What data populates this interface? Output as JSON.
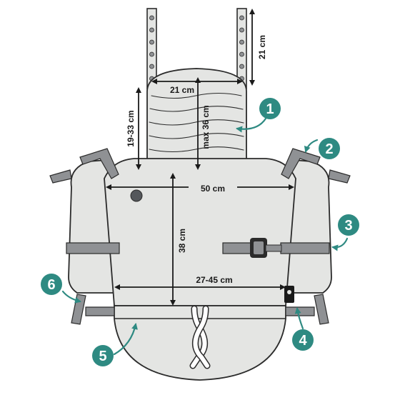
{
  "dimensions": {
    "strap_length": "21 cm",
    "hood_width": "21 cm",
    "hood_length_range": "19-33 cm",
    "hood_max_height": "max 36 cm",
    "panel_width": "50 cm",
    "panel_height": "38 cm",
    "waist_width_range": "27-45 cm"
  },
  "callouts": [
    "1",
    "2",
    "3",
    "4",
    "5",
    "6"
  ],
  "colors": {
    "carrier_fill": "#e4e5e3",
    "outline": "#2b2b2b",
    "strap_gray": "#8f9194",
    "teal_accent": "#2e8a82",
    "dimension_line": "#1a1a1a"
  }
}
